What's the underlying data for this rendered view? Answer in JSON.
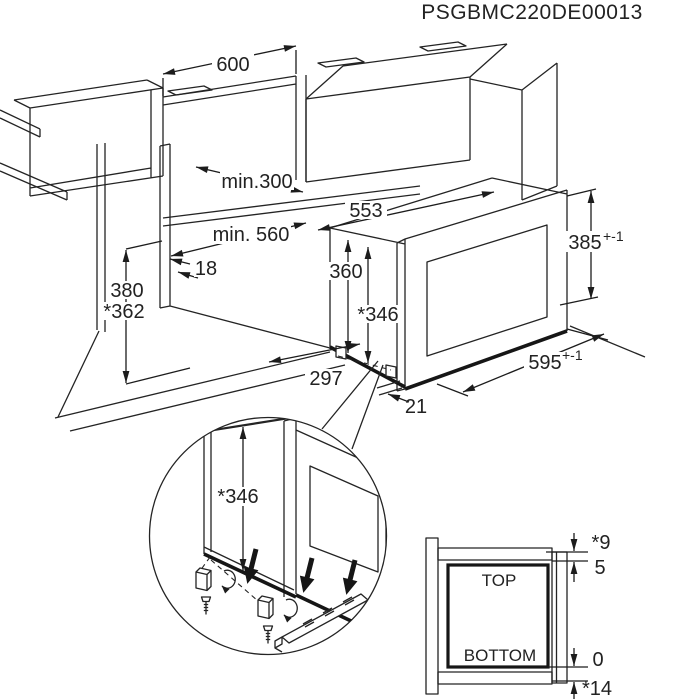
{
  "title": "PSGBMC220DE00013",
  "colors": {
    "line": "#242424",
    "background": "#ffffff"
  },
  "main_view": {
    "dims": {
      "width_600": "600",
      "min_depth_300": "min.300",
      "min_depth_560": "min. 560",
      "panel_18": "18",
      "height_380": "380",
      "height_362": "*362",
      "oven_width_553": "553",
      "oven_height_360": "360",
      "oven_height_346": "*346",
      "front_height_385": "385",
      "front_height_385_tol": "+-1",
      "front_width_595": "595",
      "front_width_595_tol": "+-1",
      "offset_297": "297",
      "overhang_21": "21"
    }
  },
  "detail_circle": {
    "dims": {
      "height_346": "*346"
    }
  },
  "detail_side_view": {
    "labels": {
      "top": "TOP",
      "bottom": "BOTTOM"
    },
    "dims": {
      "gap_top": "*9",
      "gap_5": "5",
      "gap_0": "0",
      "gap_bottom": "*14"
    }
  }
}
